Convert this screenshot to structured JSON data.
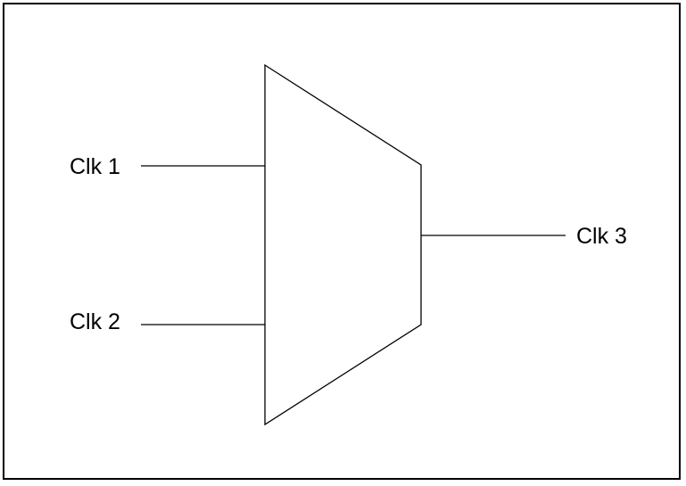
{
  "diagram": {
    "inputs": [
      {
        "label": "Clk 1"
      },
      {
        "label": "Clk 2"
      }
    ],
    "output": {
      "label": "Clk 3"
    }
  },
  "colors": {
    "stroke": "#000000",
    "background": "#ffffff"
  }
}
